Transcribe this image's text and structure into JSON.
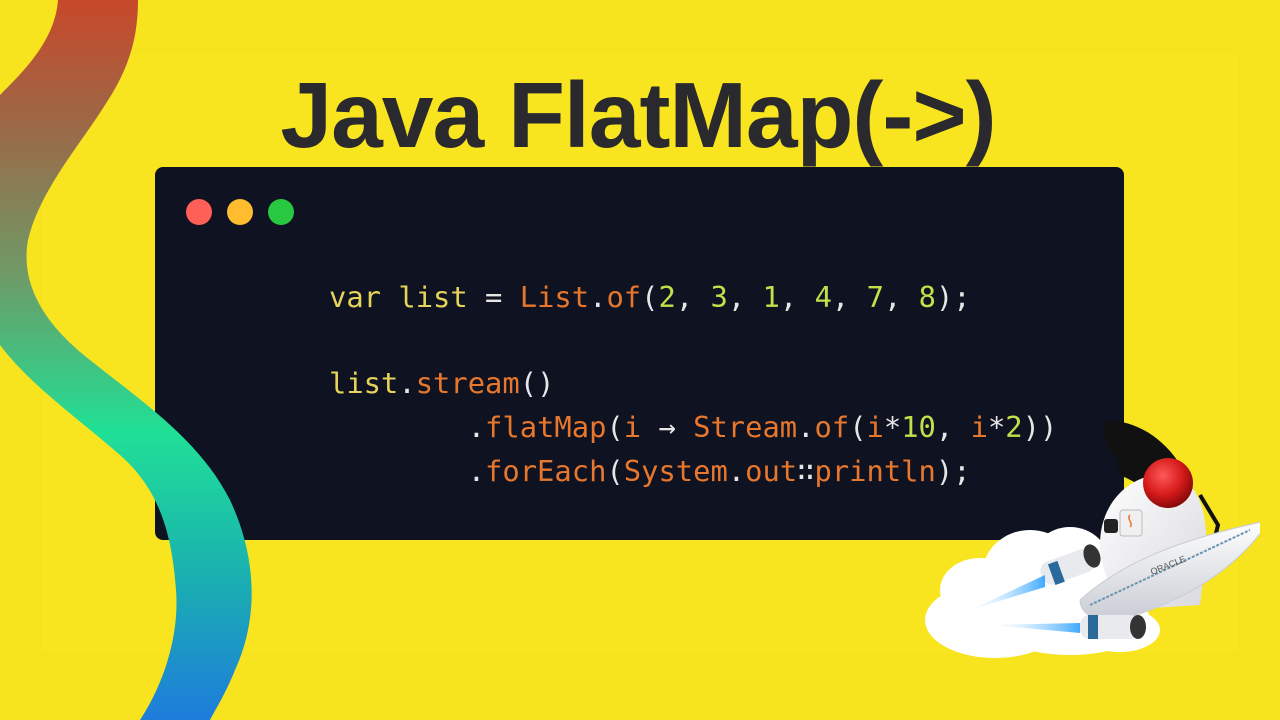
{
  "title": "Java FlatMap(->)",
  "colors": {
    "background": "#f7e41f",
    "title": "#2a2a2e",
    "code_bg": "#0f1220",
    "dot_red": "#fe5f57",
    "dot_yellow": "#febc2e",
    "dot_green": "#28c840",
    "keyword": "#e6d35a",
    "function": "#e8772e",
    "number": "#c3e04a",
    "punctuation": "#e6e6e6",
    "ribbon_gradient": [
      "#c8482a",
      "#8a7a55",
      "#20e096",
      "#1e80d8"
    ]
  },
  "window": {
    "controls": [
      "close",
      "minimize",
      "maximize"
    ]
  },
  "code": {
    "language": "java",
    "lines": [
      [
        {
          "t": "kw",
          "v": "var"
        },
        {
          "t": "op",
          "v": " "
        },
        {
          "t": "var",
          "v": "list"
        },
        {
          "t": "op",
          "v": " = "
        },
        {
          "t": "fn",
          "v": "List"
        },
        {
          "t": "punc",
          "v": "."
        },
        {
          "t": "fn",
          "v": "of"
        },
        {
          "t": "punc",
          "v": "("
        },
        {
          "t": "num",
          "v": "2"
        },
        {
          "t": "punc",
          "v": ", "
        },
        {
          "t": "num",
          "v": "3"
        },
        {
          "t": "punc",
          "v": ", "
        },
        {
          "t": "num",
          "v": "1"
        },
        {
          "t": "punc",
          "v": ", "
        },
        {
          "t": "num",
          "v": "4"
        },
        {
          "t": "punc",
          "v": ", "
        },
        {
          "t": "num",
          "v": "7"
        },
        {
          "t": "punc",
          "v": ", "
        },
        {
          "t": "num",
          "v": "8"
        },
        {
          "t": "punc",
          "v": ");"
        }
      ],
      [],
      [
        {
          "t": "var",
          "v": "list"
        },
        {
          "t": "punc",
          "v": "."
        },
        {
          "t": "fn",
          "v": "stream"
        },
        {
          "t": "punc",
          "v": "()"
        }
      ],
      [
        {
          "t": "op",
          "v": "        "
        },
        {
          "t": "punc",
          "v": "."
        },
        {
          "t": "fn",
          "v": "flatMap"
        },
        {
          "t": "punc",
          "v": "("
        },
        {
          "t": "fn",
          "v": "i"
        },
        {
          "t": "op",
          "v": " → "
        },
        {
          "t": "fn",
          "v": "Stream"
        },
        {
          "t": "punc",
          "v": "."
        },
        {
          "t": "fn",
          "v": "of"
        },
        {
          "t": "punc",
          "v": "("
        },
        {
          "t": "fn",
          "v": "i"
        },
        {
          "t": "op",
          "v": "*"
        },
        {
          "t": "num",
          "v": "10"
        },
        {
          "t": "punc",
          "v": ", "
        },
        {
          "t": "fn",
          "v": "i"
        },
        {
          "t": "op",
          "v": "*"
        },
        {
          "t": "num",
          "v": "2"
        },
        {
          "t": "punc",
          "v": "))"
        }
      ],
      [
        {
          "t": "op",
          "v": "        "
        },
        {
          "t": "punc",
          "v": "."
        },
        {
          "t": "fn",
          "v": "forEach"
        },
        {
          "t": "punc",
          "v": "("
        },
        {
          "t": "fn",
          "v": "System"
        },
        {
          "t": "punc",
          "v": "."
        },
        {
          "t": "fn",
          "v": "out"
        },
        {
          "t": "op",
          "v": "∷"
        },
        {
          "t": "fn",
          "v": "println"
        },
        {
          "t": "punc",
          "v": ");"
        }
      ]
    ]
  },
  "mascot": {
    "name": "Duke",
    "rocket_label": "ORACLE",
    "icons": [
      "duke-mascot-icon",
      "rocket-icon",
      "cloud-icon",
      "java-mug-icon"
    ]
  }
}
